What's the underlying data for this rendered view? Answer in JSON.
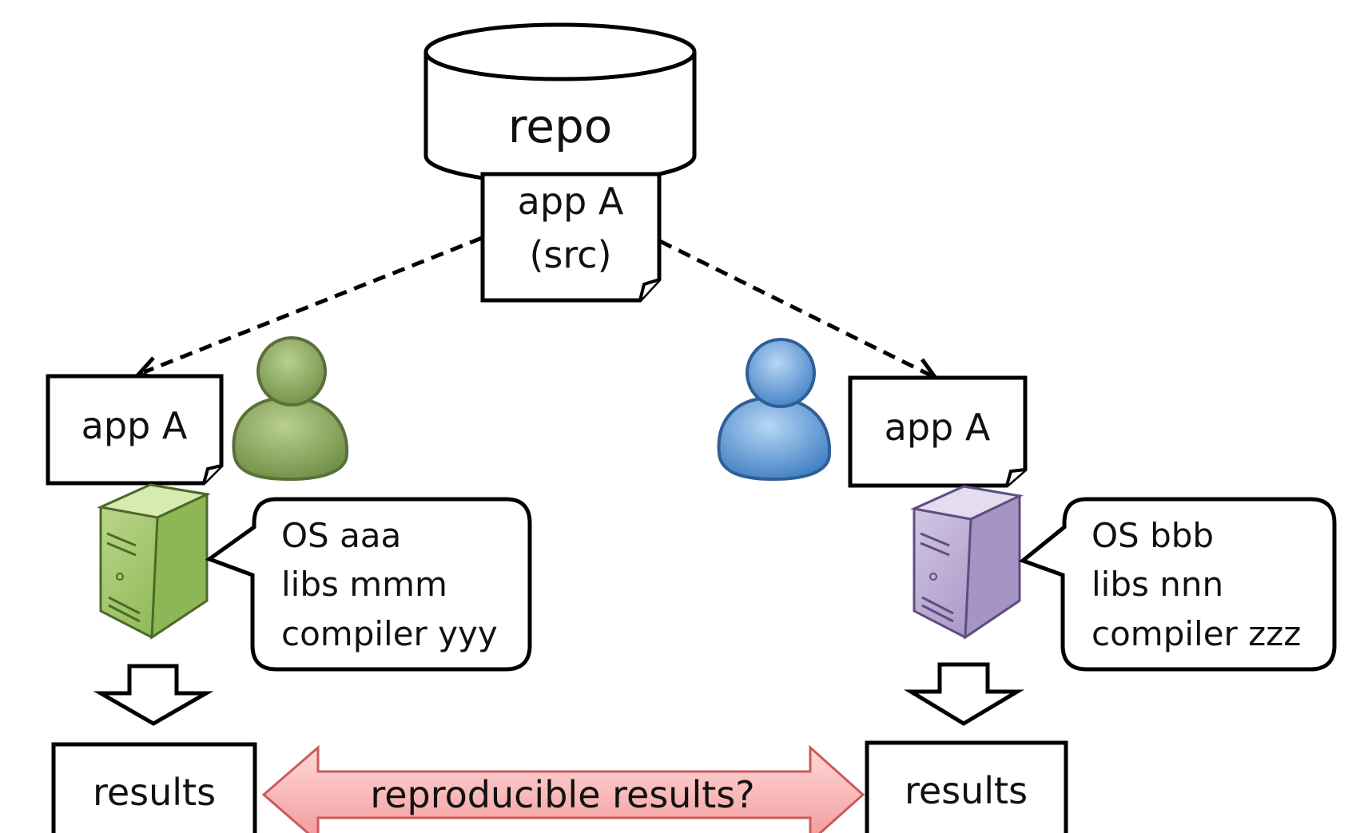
{
  "repo": {
    "label": "repo"
  },
  "source_doc": {
    "line1": "app A",
    "line2": "(src)"
  },
  "left": {
    "app_label": "app A",
    "env": {
      "line1": "OS aaa",
      "line2": "libs mmm",
      "line3": "compiler yyy"
    },
    "results_label": "results",
    "user_color": "#7a9a52",
    "server_color": "#9cc46a"
  },
  "right": {
    "app_label": "app A",
    "env": {
      "line1": "OS bbb",
      "line2": "libs nnn",
      "line3": "compiler zzz"
    },
    "results_label": "results",
    "user_color": "#5b93cf",
    "server_color": "#b7a7cf"
  },
  "comparison": {
    "label": "reproducible results?",
    "fill_color": "#f7b3b3"
  }
}
